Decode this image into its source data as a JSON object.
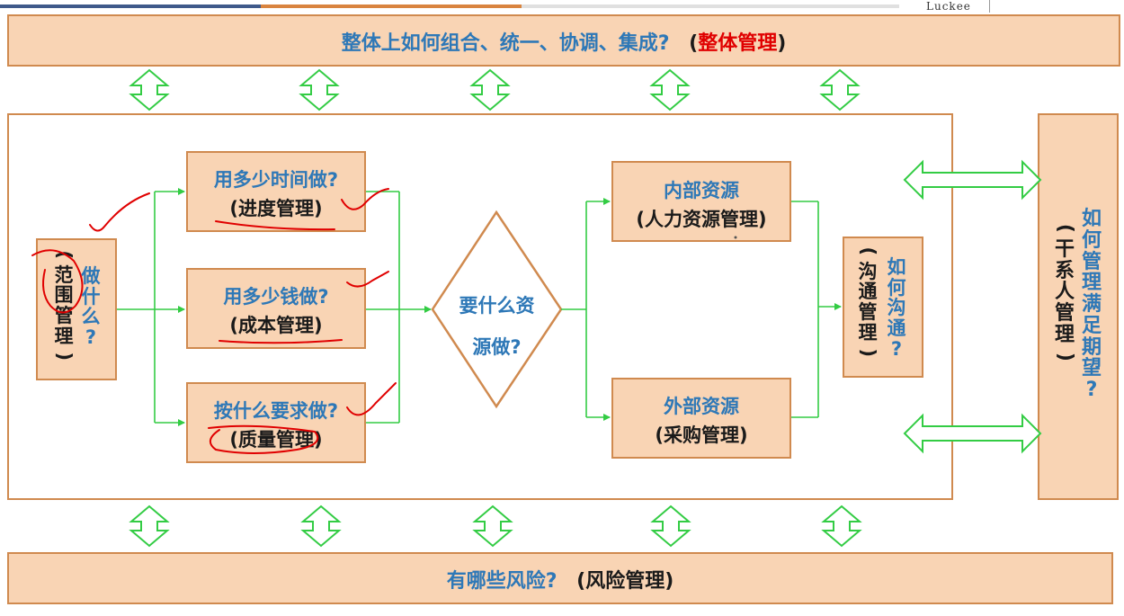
{
  "top_banner": {
    "question": "整体上如何组合、统一、协调、集成?",
    "area": "(整体管理)",
    "area_open": "(",
    "area_name": "整体管理",
    "area_close": ")"
  },
  "bottom_banner": {
    "question": "有哪些风险?",
    "area": "(风险管理)"
  },
  "scope": {
    "question": "做什么?",
    "area": "(范围管理)"
  },
  "schedule": {
    "question": "用多少时间做?",
    "area": "(进度管理)"
  },
  "cost": {
    "question": "用多少钱做?",
    "area": "(成本管理)"
  },
  "quality": {
    "question": "按什么要求做?",
    "area": "(质量管理)"
  },
  "decision": {
    "line1": "要什么资",
    "line2": "源做?"
  },
  "internal": {
    "question": "内部资源",
    "area": "(人力资源管理)"
  },
  "external": {
    "question": "外部资源",
    "area": "(采购管理)"
  },
  "communication": {
    "question": "如何沟通?",
    "area": "(沟通管理)"
  },
  "stakeholder": {
    "question": "如何管理满足期望?",
    "area": "(干系人管理)"
  },
  "logo": {
    "text": "Luckee"
  },
  "colors": {
    "box_fill": "#f9d4b4",
    "box_border": "#d08a4f",
    "arrow": "#33cc44",
    "question_text": "#2e78b7",
    "highlight": "#e00000"
  }
}
